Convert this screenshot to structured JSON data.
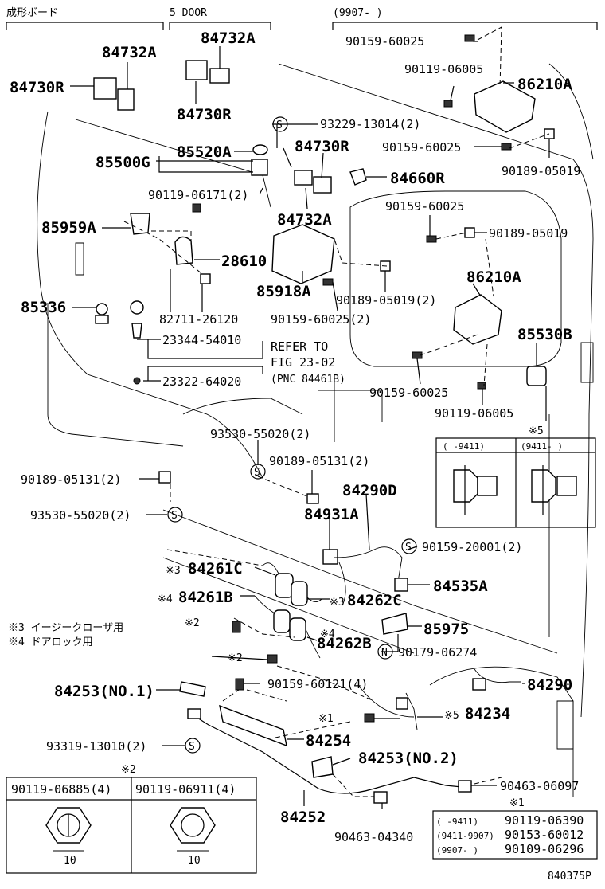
{
  "headers": {
    "dashboard": "成形ボード",
    "five_door": "5 DOOR",
    "date_range": "(9907-      )"
  },
  "big_labels": {
    "p84732a_1": "84732A",
    "p84730r_1": "84730R",
    "p84732a_2": "84732A",
    "p84730r_2": "84730R",
    "p85500g": "85500G",
    "p85520a": "85520A",
    "p84730r_3": "84730R",
    "p84660r": "84660R",
    "p84732a_3": "84732A",
    "p85959a": "85959A",
    "p28610": "28610",
    "p85918a": "85918A",
    "p85336": "85336",
    "p86210a_1": "86210A",
    "p86210a_2": "86210A",
    "p85530b": "85530B",
    "p84290d": "84290D",
    "p84931a": "84931A",
    "p84535a": "84535A",
    "p84261c": "84261C",
    "p84261b": "84261B",
    "p84262c": "84262C",
    "p84262b": "84262B",
    "p85975": "85975",
    "p84290": "84290",
    "p84253_1": "84253(NO.1)",
    "p84234": "84234",
    "p84254": "84254",
    "p84253_2": "84253(NO.2)",
    "p84252": "84252"
  },
  "part_numbers": {
    "n90159_60025_a": "90159-60025",
    "n90119_06005_a": "90119-06005",
    "n93229_13014": "93229-13014(2)",
    "n90159_60025_b": "90159-60025",
    "n90189_05019_a": "90189-05019",
    "n90119_06171": "90119-06171(2)",
    "n90159_60025_c": "90159-60025",
    "n90189_05019_b": "90189-05019",
    "n90189_05019_c": "90189-05019(2)",
    "n82711_26120": "82711-26120",
    "n90159_60025_d": "90159-60025(2)",
    "n23344_54010": "23344-54010",
    "n23322_64020": "23322-64020",
    "n90159_60025_e": "90159-60025",
    "n90119_06005_b": "90119-06005",
    "n93530_55020_a": "93530-55020(2)",
    "n90189_05131_a": "90189-05131(2)",
    "n90189_05131_b": "90189-05131(2)",
    "n93530_55020_b": "93530-55020(2)",
    "n90159_20001": "90159-20001(2)",
    "n90179_06274": "90179-06274",
    "n90159_60121": "90159-60121(4)",
    "n93319_13010": "93319-13010(2)",
    "n90463_06097": "90463-06097",
    "n90463_04340": "90463-04340"
  },
  "refer": {
    "line1": "REFER TO",
    "line2": "FIG 23-02",
    "line3": "(PNC 84461B)"
  },
  "notes": {
    "mark3_small": "※3",
    "mark4_small": "※4",
    "mark2_a": "※2",
    "mark2_b": "※2",
    "mark4_b": "※4",
    "mark3_b": "※3",
    "mark1": "※1",
    "mark5": "※5",
    "note3": "※3  イージークローザ用",
    "note4": "※4  ドアロック用"
  },
  "symbols": {
    "s": "S",
    "n": "N"
  },
  "inset5": {
    "title": "※5",
    "col1": "(      -9411)",
    "col2": "(9411-       )"
  },
  "inset2": {
    "title": "※2",
    "col1": "90119-06885(4)",
    "col2": "90119-06911(4)",
    "dim1": "10",
    "dim2": "10"
  },
  "inset1": {
    "title": "※1",
    "rows": [
      {
        "range": "(      -9411)",
        "part": "90119-06390"
      },
      {
        "range": "(9411-9907)",
        "part": "90153-60012"
      },
      {
        "range": "(9907-      )",
        "part": "90109-06296"
      }
    ]
  },
  "footer": {
    "code": "840375P"
  }
}
